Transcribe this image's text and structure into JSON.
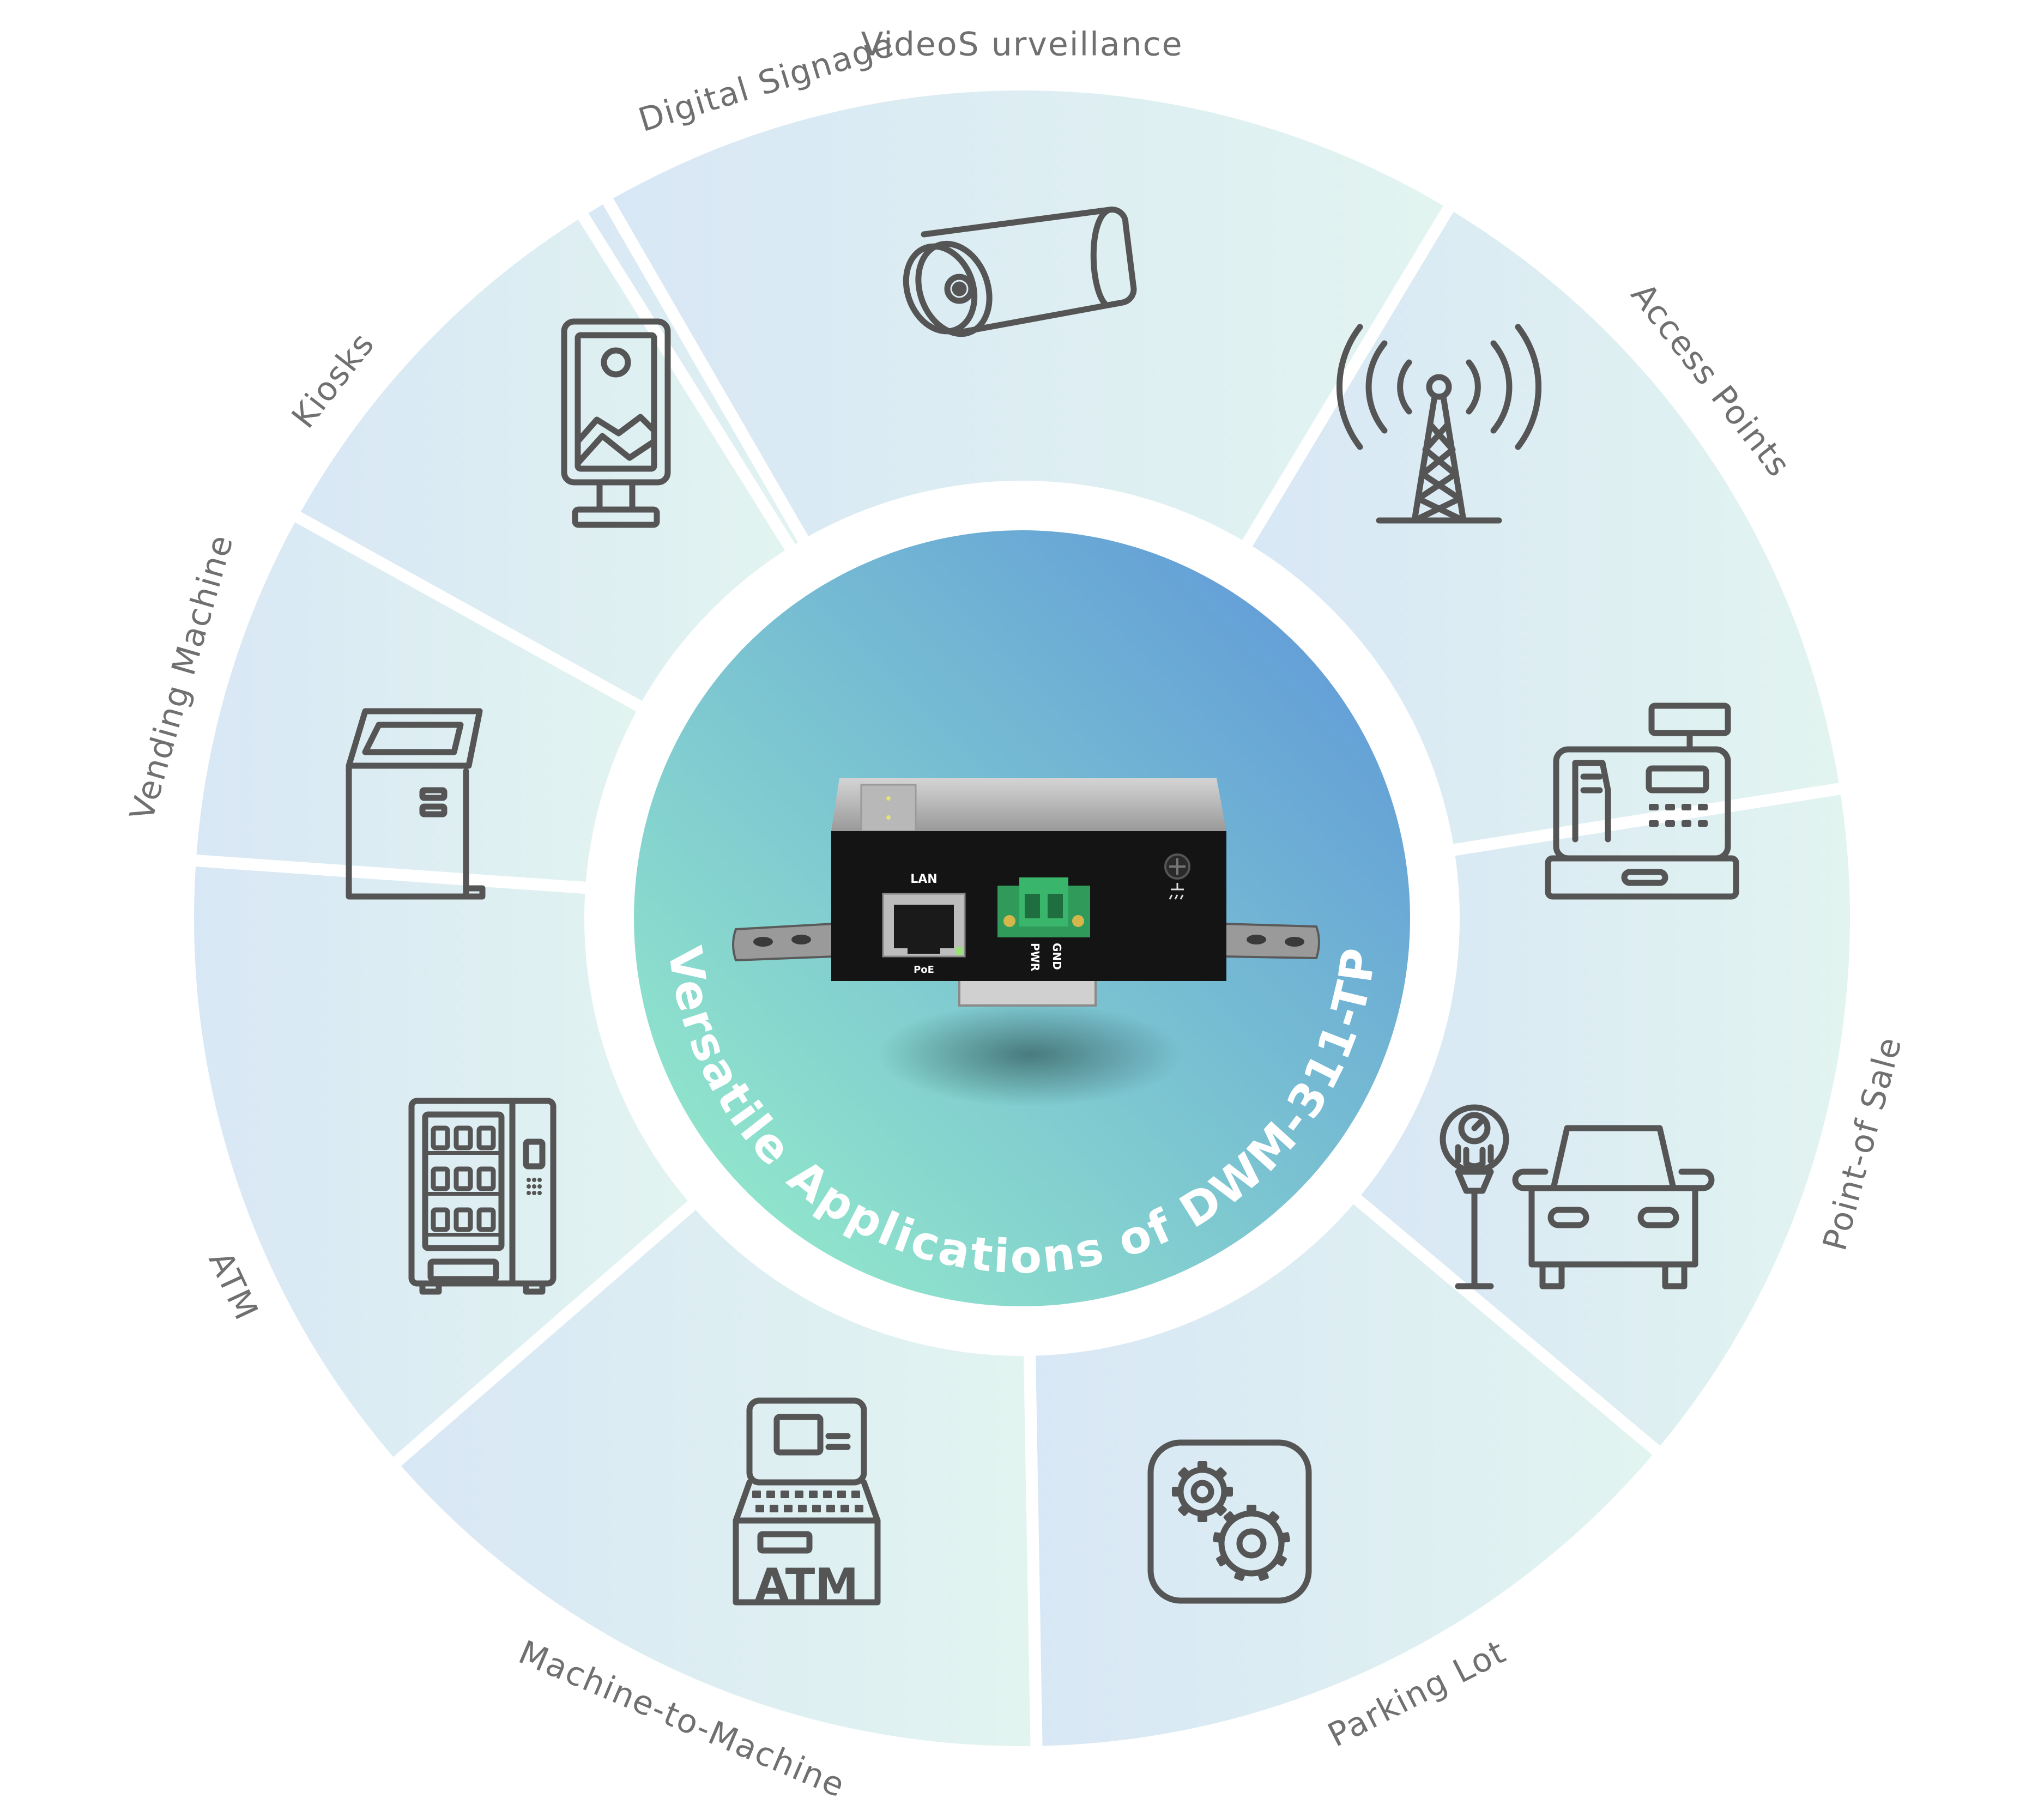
{
  "center": {
    "title": "Versatile Applications of DWM-311-TP",
    "device": {
      "lan_label": "LAN",
      "poe_label": "PoE",
      "pwr_label": "PWR",
      "gnd_label": "GND"
    }
  },
  "segments": [
    {
      "id": "video-surveillance",
      "label": "VideoS urveillance",
      "icon": "camera-icon"
    },
    {
      "id": "access-points",
      "label": "Access Points",
      "icon": "antenna-tower-icon"
    },
    {
      "id": "point-of-sale",
      "label": "Point-of Sale",
      "icon": "cash-register-icon"
    },
    {
      "id": "parking-lot",
      "label": "Parking Lot",
      "icon": "parking-car-icon"
    },
    {
      "id": "machine-to-machine",
      "label": "Machine-to-Machine",
      "icon": "gears-icon"
    },
    {
      "id": "atm",
      "label": "ATM",
      "icon": "atm-icon",
      "icon_text": "ATM"
    },
    {
      "id": "vending-machine",
      "label": "Vending Machine",
      "icon": "vending-machine-icon"
    },
    {
      "id": "kiosks",
      "label": "Kiosks",
      "icon": "kiosk-icon"
    },
    {
      "id": "digital-signage",
      "label": "Digital Signage",
      "icon": "signage-icon"
    }
  ],
  "colors": {
    "ring_left": "#d8e8f4",
    "ring_right": "#e0f3f1",
    "center_top_right": "#6aa4d6",
    "center_bottom_left": "#8ee0cc",
    "icon": "#555555",
    "label": "#707070"
  }
}
